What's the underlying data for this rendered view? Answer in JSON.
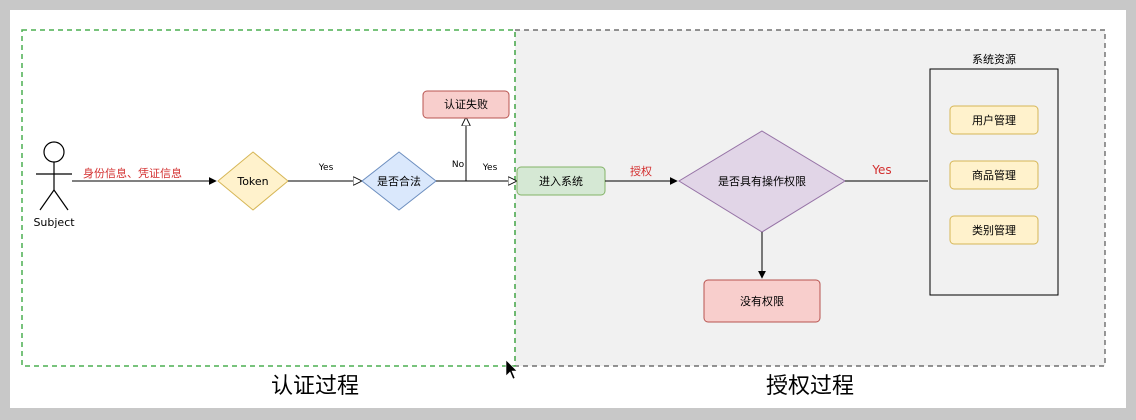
{
  "actor": {
    "label": "Subject"
  },
  "credentials_label": "身份信息、凭证信息",
  "token": {
    "label": "Token"
  },
  "yes_label_1": "Yes",
  "legal_check": {
    "label": "是否合法"
  },
  "no_label": "No",
  "yes_label_2": "Yes",
  "auth_fail": {
    "label": "认证失败"
  },
  "enter_system": {
    "label": "进入系统"
  },
  "authorize_label": "授权",
  "permission_check": {
    "label": "是否具有操作权限"
  },
  "yes_label_3": "Yes",
  "no_permission": {
    "label": "没有权限"
  },
  "resources": {
    "title": "系统资源",
    "items": [
      {
        "label": "用户管理"
      },
      {
        "label": "商品管理"
      },
      {
        "label": "类别管理"
      }
    ]
  },
  "sections": {
    "authentication_title": "认证过程",
    "authorization_title": "授权过程"
  },
  "colors": {
    "green_dashed": "#4caf50",
    "gray_dashed": "#555555",
    "red_text": "#d32f2f",
    "token_fill": "#fff2cc",
    "token_stroke": "#d6b656",
    "legal_fill": "#dae8fc",
    "legal_stroke": "#6c8ebf",
    "fail_fill": "#f8cecc",
    "fail_stroke": "#b85450",
    "enter_fill": "#d5e8d4",
    "enter_stroke": "#82b366",
    "perm_fill": "#e1d5e7",
    "perm_stroke": "#9673a6"
  }
}
